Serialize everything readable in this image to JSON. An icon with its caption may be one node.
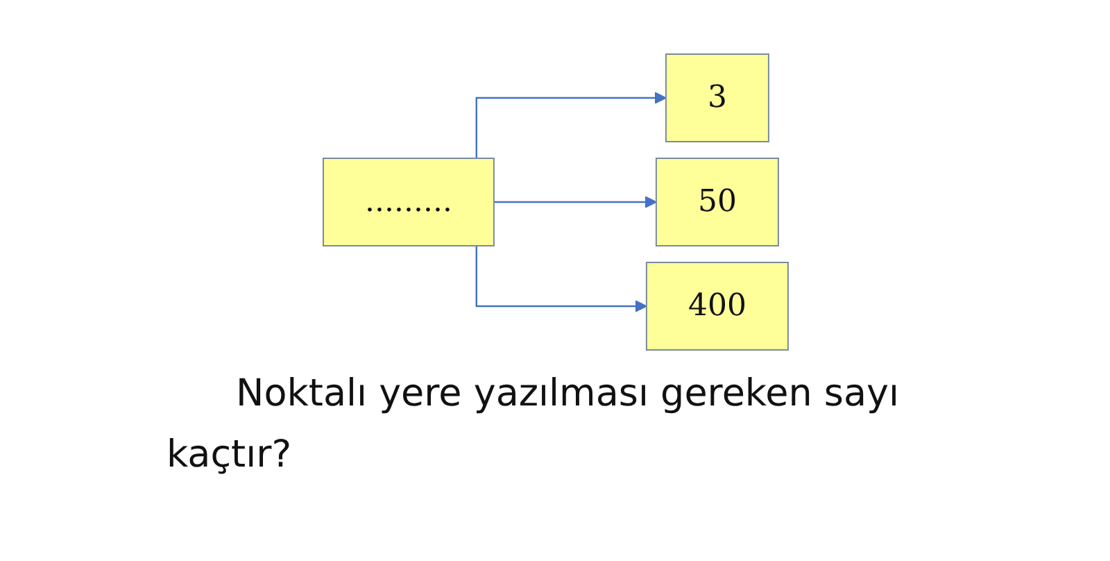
{
  "diagram": {
    "caption": "Noktalı yere yazılması gereken sayı kaçtır?",
    "nodes": [
      {
        "text": [
          "........."
        ]
      },
      {
        "text": [
          "3"
        ]
      },
      {
        "text": [
          "50"
        ]
      },
      {
        "text": [
          "400"
        ]
      }
    ],
    "edges": [
      {
        "from": 0,
        "to": 1,
        "arrow": "to"
      },
      {
        "from": 0,
        "to": 2,
        "arrow": "to"
      },
      {
        "from": 0,
        "to": 3,
        "arrow": "to"
      }
    ]
  }
}
